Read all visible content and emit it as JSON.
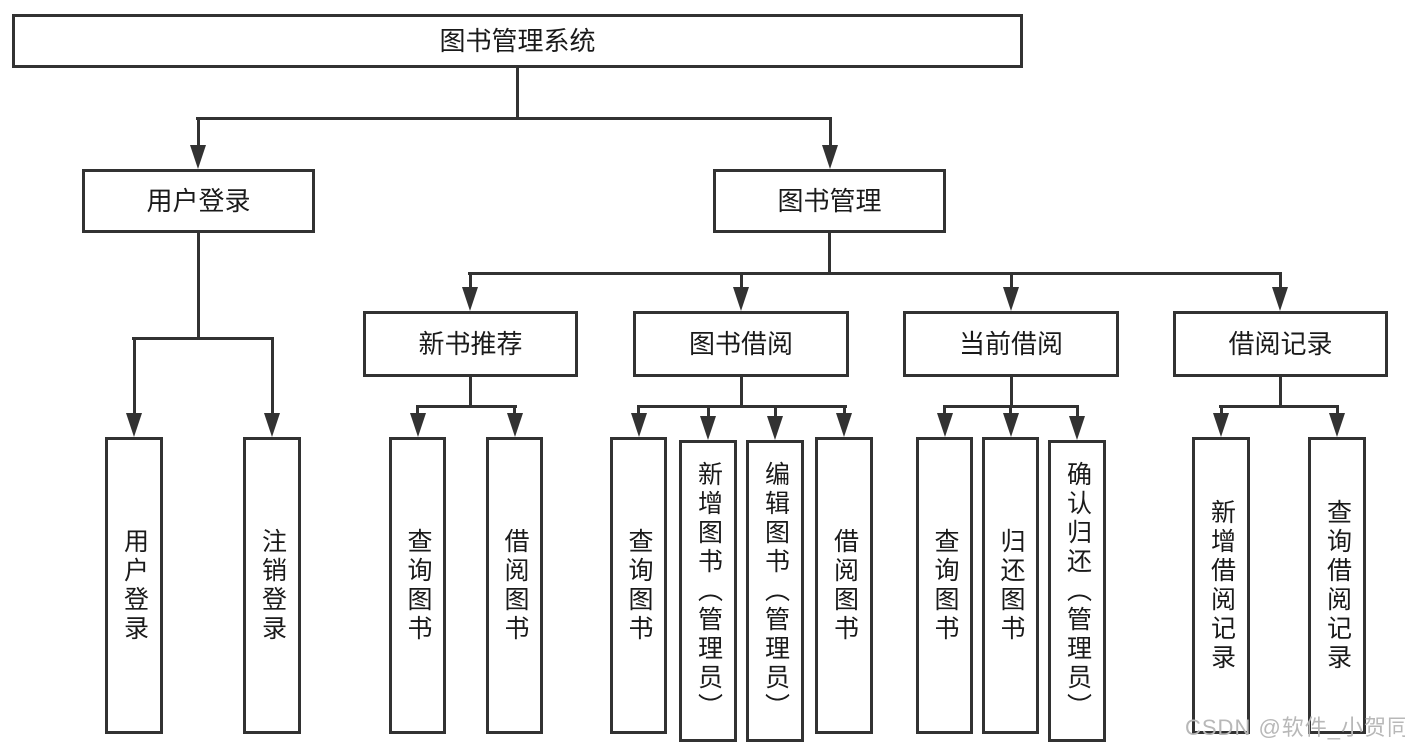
{
  "diagram": {
    "title": "图书管理系统",
    "level2": {
      "user_login": "用户登录",
      "book_mgmt": "图书管理"
    },
    "level3": {
      "new_books": "新书推荐",
      "borrow": "图书借阅",
      "current": "当前借阅",
      "records": "借阅记录"
    },
    "leaves": {
      "login": "用户登录",
      "logout": "注销登录",
      "nb_query": "查询图书",
      "nb_borrow": "借阅图书",
      "bw_query": "查询图书",
      "bw_add": "新增图书（管理员）",
      "bw_edit": "编辑图书（管理员）",
      "bw_borrow": "借阅图书",
      "cur_query": "查询图书",
      "cur_return": "归还图书",
      "cur_confirm": "确认归还（管理员）",
      "rec_add": "新增借阅记录",
      "rec_query": "查询借阅记录"
    }
  },
  "watermark": {
    "text": "CSDN @软件_小贺同学"
  },
  "colors": {
    "line": "#323232",
    "text": "#1a1a1a",
    "background": "#ffffff",
    "watermark_gray": "#b8b8b8"
  }
}
